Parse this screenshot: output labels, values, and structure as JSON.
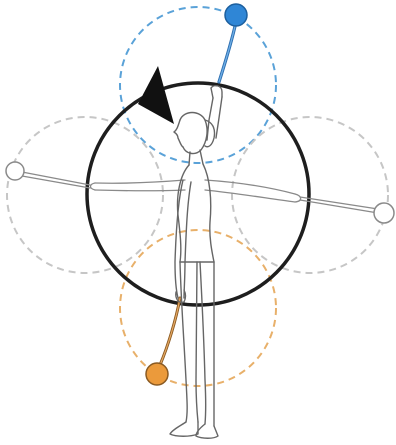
{
  "figure": {
    "type": "poi-spinning-plane-diagram",
    "main_circle": {
      "color": "#1e1e1e",
      "icon": "large-circle"
    },
    "direction_arrow": {
      "color": "#111111",
      "icon": "triangle-arrowhead-counterclockwise"
    },
    "paths": [
      {
        "position": "top",
        "color": "#5aa2d8",
        "style": "dashed",
        "poi_color": "#2f86d6"
      },
      {
        "position": "left",
        "color": "#c6c6c6",
        "style": "dashed",
        "poi_color": "#ffffff"
      },
      {
        "position": "right",
        "color": "#c6c6c6",
        "style": "dashed",
        "poi_color": "#ffffff"
      },
      {
        "position": "bottom",
        "color": "#e8b06a",
        "style": "dashed",
        "poi_color": "#eb9a3b"
      }
    ],
    "person": {
      "icon": "standing-figure-side-view",
      "stroke": "#666666"
    }
  }
}
